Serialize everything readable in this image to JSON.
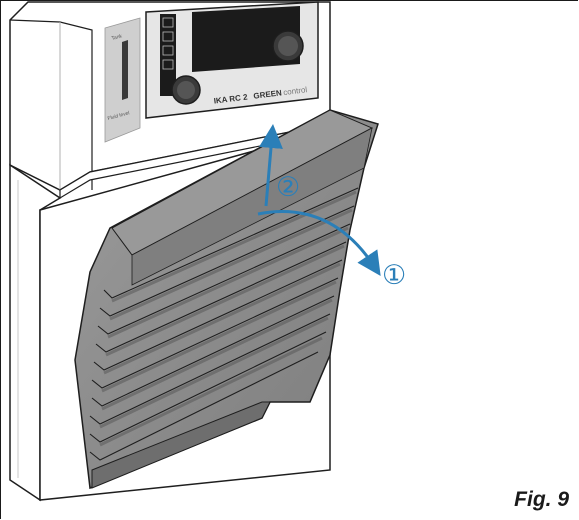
{
  "figure": {
    "caption": "Fig. 9"
  },
  "device": {
    "model_label": "IKA RC 2",
    "model_label_green": "GREEN",
    "model_label_suffix": "control",
    "panel_label_top": "Tank",
    "panel_label_bottom": "Fluid level"
  },
  "steps": {
    "step_1": "①",
    "step_2": "②"
  },
  "colors": {
    "arrow": "#2b7fb8",
    "grille": "#8c8c8c",
    "grille_dark": "#5e5e5e",
    "housing": "#ffffff",
    "outline": "#1e1e1e",
    "screen": "#1b1b1b"
  }
}
